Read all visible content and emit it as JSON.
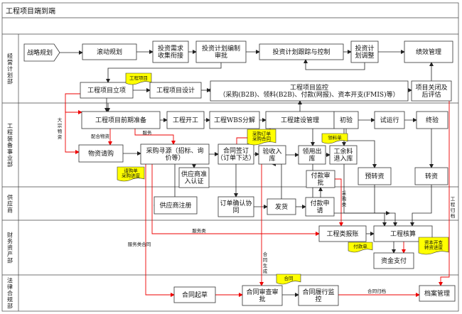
{
  "title": "工程项目端到端",
  "lanes": [
    {
      "id": "l1",
      "label": "经营计划部"
    },
    {
      "id": "l2",
      "label": "工程装备事业部"
    },
    {
      "id": "l3",
      "label": "供应商"
    },
    {
      "id": "l4",
      "label": "财务资产部"
    },
    {
      "id": "l5",
      "label": "法律合规部"
    }
  ],
  "nodes": [
    {
      "id": "n_zlgh",
      "label": "战略规划",
      "lines": [
        "战略规划"
      ]
    },
    {
      "id": "n_gdgh",
      "label": "滚动规划",
      "lines": [
        "滚动规划"
      ]
    },
    {
      "id": "n_tzxq",
      "label": "投资需求收集衔接",
      "lines": [
        "投资需求",
        "收集衔接"
      ]
    },
    {
      "id": "n_tzjh",
      "label": "投资计划编制审批",
      "lines": [
        "投资计划编制",
        "审批"
      ]
    },
    {
      "id": "n_tzgz",
      "label": "投资计划跟踪与控制",
      "lines": [
        "投资计划跟踪与控制"
      ]
    },
    {
      "id": "n_tztz",
      "label": "投资计划调整",
      "lines": [
        "投资计",
        "划调整"
      ]
    },
    {
      "id": "n_jxgl",
      "label": "绩效管理",
      "lines": [
        "绩效管理"
      ]
    },
    {
      "id": "n_xmlx",
      "label": "工程项目立项",
      "lines": [
        "工程项目立项"
      ]
    },
    {
      "id": "n_xmsj",
      "label": "工程项目设计",
      "lines": [
        "工程项目设计"
      ]
    },
    {
      "id": "n_xmjk",
      "label": "工程项目监控 （采购(B2B)、领料(B2B)、付款(网报)、资本开支(FMIS)等）",
      "lines": [
        "工程项目监控",
        "（采购(B2B)、领料(B2B)、付款(网报)、资本开支(FMIS)等）"
      ]
    },
    {
      "id": "n_xmgb",
      "label": "项目关闭及后评估",
      "lines": [
        "项目关闭及",
        "后评估"
      ]
    },
    {
      "id": "n_qqzb",
      "label": "工程项目前期准备",
      "lines": [
        "工程项目前期准备"
      ]
    },
    {
      "id": "n_kg",
      "label": "工程开工",
      "lines": [
        "工程开工"
      ]
    },
    {
      "id": "n_wbs",
      "label": "工程WBS分解",
      "lines": [
        "工程WBS分解"
      ]
    },
    {
      "id": "n_jsgl",
      "label": "工程建设管理",
      "lines": [
        "工程建设管理"
      ]
    },
    {
      "id": "n_cy",
      "label": "初验",
      "lines": [
        "初验"
      ]
    },
    {
      "id": "n_syx",
      "label": "试运行",
      "lines": [
        "试运行"
      ]
    },
    {
      "id": "n_zy",
      "label": "终验",
      "lines": [
        "终验"
      ]
    },
    {
      "id": "n_wzqg",
      "label": "物资请购",
      "lines": [
        "物资请购"
      ]
    },
    {
      "id": "n_cgxy",
      "label": "采购寻源（招标、询价等）",
      "lines": [
        "采购寻源（招标、询",
        "价等）"
      ]
    },
    {
      "id": "n_htqd",
      "label": "合同签订（订单下达）",
      "lines": [
        "合同签订",
        "（订单下达）"
      ]
    },
    {
      "id": "n_ys",
      "label": "验收入库",
      "lines": [
        "验收入",
        "库"
      ]
    },
    {
      "id": "n_lyck",
      "label": "领用出库",
      "lines": [
        "领用出",
        "库"
      ]
    },
    {
      "id": "n_gcl",
      "label": "工余料退入库",
      "lines": [
        "工余料",
        "退入库"
      ]
    },
    {
      "id": "n_fksp",
      "label": "付款审批",
      "lines": [
        "付款审",
        "批"
      ]
    },
    {
      "id": "n_yzz",
      "label": "预转资",
      "lines": [
        "预转资"
      ]
    },
    {
      "id": "n_zz",
      "label": "转资",
      "lines": [
        "转资"
      ]
    },
    {
      "id": "n_gysrz",
      "label": "供应商准入认证",
      "lines": [
        "供应商准",
        "入认证"
      ]
    },
    {
      "id": "n_gyszc",
      "label": "供应商注册",
      "lines": [
        "供应商注册"
      ]
    },
    {
      "id": "n_ddqr",
      "label": "订单确认协同",
      "lines": [
        "订单确认协",
        "同"
      ]
    },
    {
      "id": "n_fh",
      "label": "发货",
      "lines": [
        "发货"
      ]
    },
    {
      "id": "n_fksq",
      "label": "付款申请",
      "lines": [
        "付款申",
        "请"
      ]
    },
    {
      "id": "n_gclbz",
      "label": "工程类报账",
      "lines": [
        "工程类报账"
      ]
    },
    {
      "id": "n_gchs",
      "label": "工程核算",
      "lines": [
        "工程核算"
      ]
    },
    {
      "id": "n_zjzf",
      "label": "资金支付",
      "lines": [
        "资金支付"
      ]
    },
    {
      "id": "n_htqc",
      "label": "合同起草",
      "lines": [
        "合同起草"
      ]
    },
    {
      "id": "n_htsc",
      "label": "合同审查审批",
      "lines": [
        "合同审查审",
        "批"
      ]
    },
    {
      "id": "n_htlx",
      "label": "合同履行监控",
      "lines": [
        "合同履行监",
        "控"
      ]
    },
    {
      "id": "n_dagl",
      "label": "档案管理",
      "lines": [
        "档案管理"
      ]
    }
  ],
  "docs": [
    {
      "id": "d_gcxm",
      "label": "工程项目"
    },
    {
      "id": "d_qgd",
      "lines": [
        "请购单",
        "采购进度"
      ]
    },
    {
      "id": "d_cgdd",
      "lines": [
        "采购订单",
        "采购合同"
      ]
    },
    {
      "id": "d_lld",
      "label": "领料单"
    },
    {
      "id": "d_fkd",
      "label": "付款单"
    },
    {
      "id": "d_zbkz",
      "lines": [
        "资本开支",
        "转资进度"
      ]
    },
    {
      "id": "d_ht",
      "label": "合同"
    }
  ],
  "labels": {
    "dazongwuzi": [
      "大",
      "宗",
      "物",
      "资"
    ],
    "peihewuzi": "配合物资",
    "fuwu": "服务",
    "fuwulei": "服务类",
    "fuwuleihetong": "服务类合同",
    "hetongshengcheng": [
      "合",
      "同",
      "生",
      "成"
    ],
    "caigoulei": [
      "采",
      "购",
      "类"
    ],
    "hetongguidang": "合同归档",
    "gongchengguidang": [
      "工",
      "程",
      "归",
      "档"
    ]
  }
}
